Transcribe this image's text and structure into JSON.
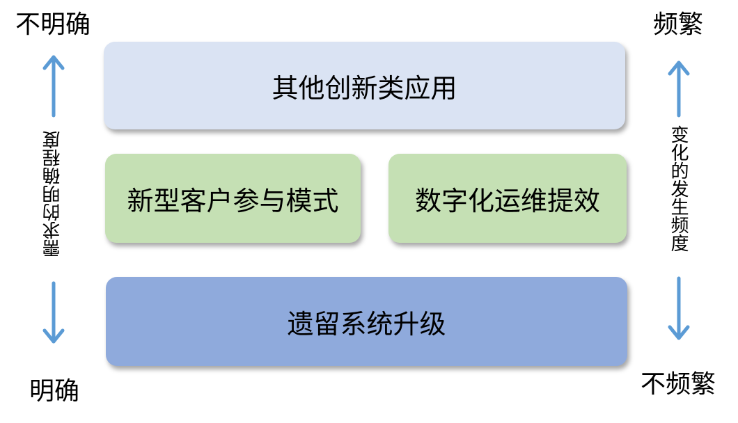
{
  "left_axis": {
    "top_label": "不明确",
    "bottom_label": "明确",
    "axis_label": "需求的明确程度"
  },
  "right_axis": {
    "top_label": "频繁",
    "bottom_label": "不频繁",
    "axis_label": "变化的发生频度"
  },
  "layers": {
    "top": "其他创新类应用",
    "middle_left": "新型客户参与模式",
    "middle_right": "数字化运维提效",
    "bottom": "遗留系统升级"
  },
  "colors": {
    "arrow": "#5b9bd5",
    "top_box": "#dae3f3",
    "middle_box": "#c5e0b4",
    "bottom_box": "#8faadc"
  }
}
